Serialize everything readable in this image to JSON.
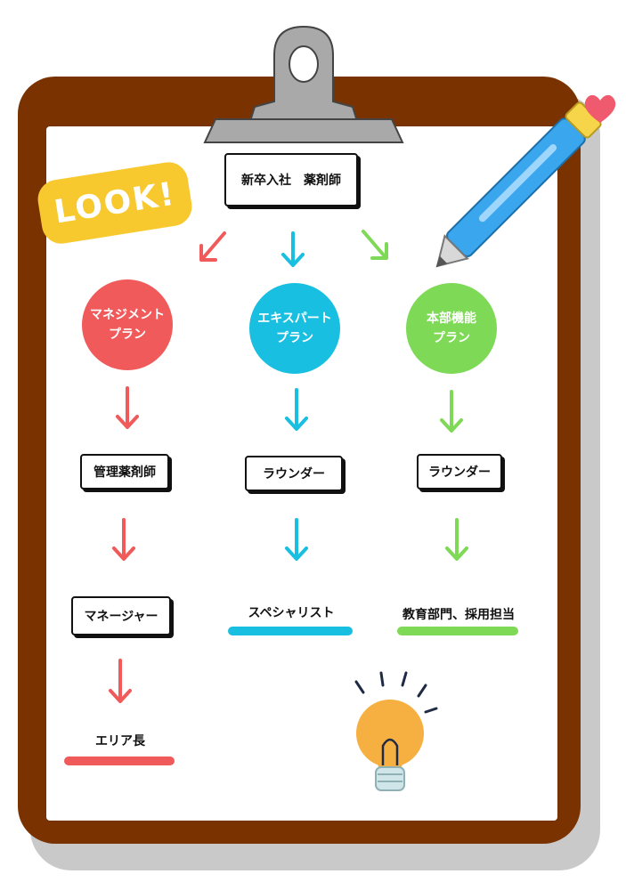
{
  "colors": {
    "board": "#7a3300",
    "red": "#f05a5a",
    "blue": "#19bfe0",
    "green": "#7ed957",
    "sticker": "#f7c92f",
    "pencil": "#3aa6ee",
    "bulb": "#f6b042"
  },
  "sticker": {
    "text": "LOOK!"
  },
  "start": {
    "label": "新卒入社　薬剤師"
  },
  "plans": {
    "management": {
      "line1": "マネジメント",
      "line2": "プラン"
    },
    "expert": {
      "line1": "エキスパート",
      "line2": "プラン"
    },
    "hq": {
      "line1": "本部機能",
      "line2": "プラン"
    }
  },
  "management_path": {
    "step1": "管理薬剤師",
    "step2": "マネージャー",
    "step3": "エリア長"
  },
  "expert_path": {
    "step1": "ラウンダー",
    "step2": "スペシャリスト"
  },
  "hq_path": {
    "step1": "ラウンダー",
    "step2": "教育部門、採用担当"
  },
  "icons": [
    "clip-icon",
    "pencil-icon",
    "heart-icon",
    "lightbulb-icon",
    "arrow-down-icon"
  ]
}
